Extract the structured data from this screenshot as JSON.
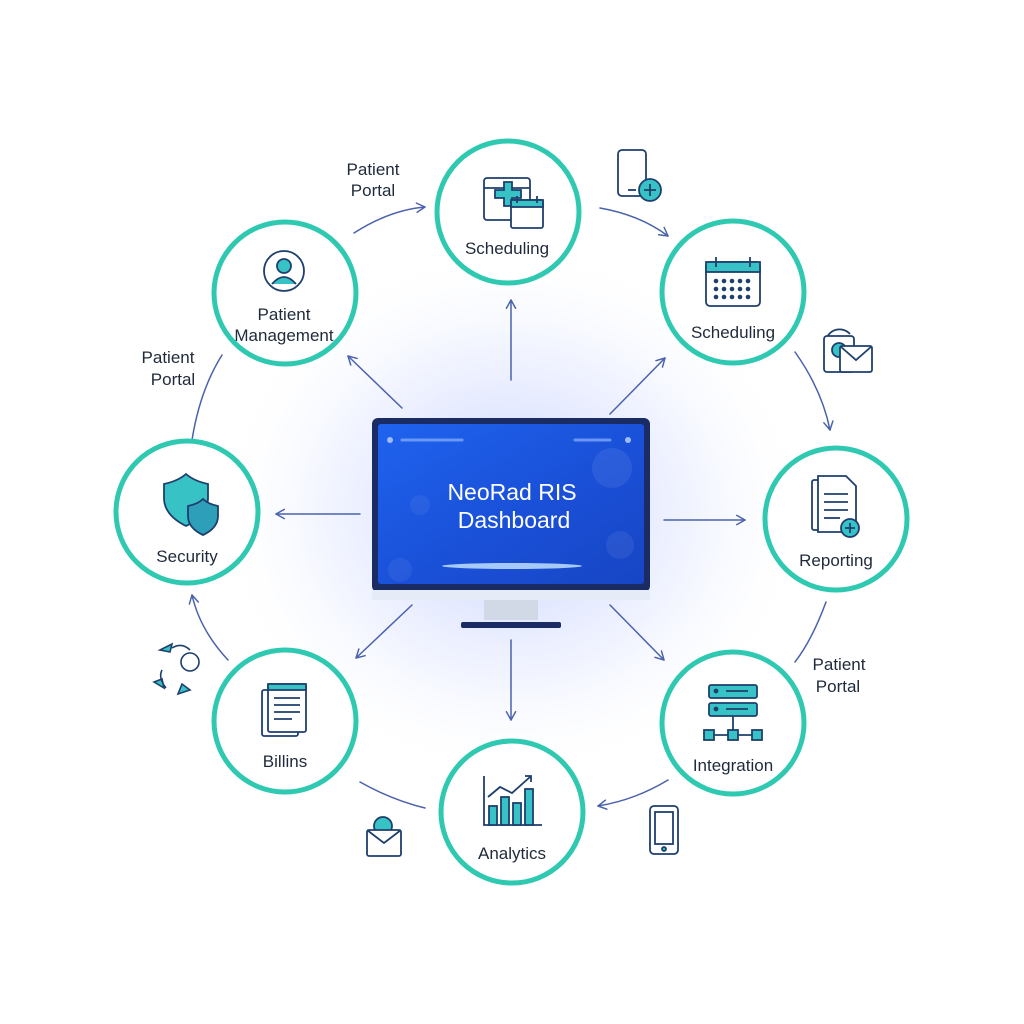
{
  "dashboard": {
    "title_line1": "NeoRad RIS",
    "title_line2": "Dashboard"
  },
  "nodes": {
    "scheduling_top": {
      "label": "Scheduling"
    },
    "scheduling_right": {
      "label": "Scheduling"
    },
    "patient_management": {
      "label_line1": "Patient",
      "label_line2": "Management"
    },
    "security": {
      "label": "Security"
    },
    "reporting": {
      "label": "Reporting"
    },
    "billing": {
      "label": "Billins"
    },
    "analytics": {
      "label": "Analytics"
    },
    "integration": {
      "label": "Integration"
    }
  },
  "side_labels": {
    "portal_top": {
      "line1": "Patient",
      "line2": "Portal"
    },
    "portal_left": {
      "line1": "Patient",
      "line2": "Portal"
    },
    "portal_right": {
      "line1": "Patient",
      "line2": "Portal"
    }
  },
  "colors": {
    "ring": "#2ec9b0",
    "arrow": "#4a62ad",
    "icon_stroke": "#1e3f6e",
    "icon_fill": "#37c3c6",
    "screen": "#1a55dd",
    "text": "#1f2a3a"
  },
  "icons": [
    "calendar-plus-icon",
    "calendar-icon",
    "user-icon",
    "shield-icon",
    "document-plus-icon",
    "invoice-icon",
    "bar-chart-icon",
    "server-network-icon",
    "phone-plus-icon",
    "mail-icon",
    "phone-icon",
    "refresh-arrows-icon",
    "monitor-icon"
  ]
}
